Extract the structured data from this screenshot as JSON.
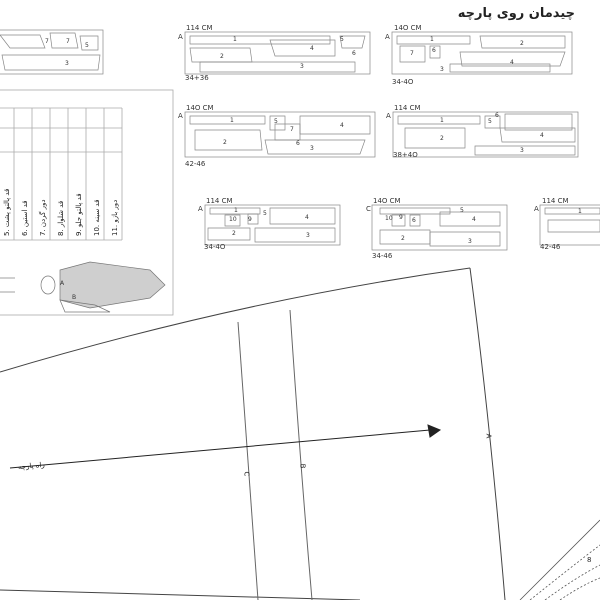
{
  "header": {
    "title": "چیدمان روی پارچه"
  },
  "layouts": [
    {
      "id": "top-left",
      "width": "",
      "size": "",
      "pieces": [
        "7",
        "7",
        "5",
        "3"
      ]
    },
    {
      "id": "l1",
      "width": "114 CM",
      "size": "34+36",
      "letter": "A",
      "pieces": [
        "1",
        "2",
        "4",
        "5",
        "6",
        "3"
      ]
    },
    {
      "id": "l2",
      "width": "14O CM",
      "size": "34-4O",
      "letter": "A",
      "pieces": [
        "1",
        "2",
        "7",
        "6",
        "4",
        "3"
      ]
    },
    {
      "id": "l3",
      "width": "14O CM",
      "size": "42-46",
      "letter": "A",
      "pieces": [
        "1",
        "5",
        "2",
        "7",
        "4",
        "6",
        "3"
      ]
    },
    {
      "id": "l4",
      "width": "114 CM",
      "size": "38+4O",
      "letter": "A",
      "pieces": [
        "1",
        "5",
        "6",
        "2",
        "4",
        "3"
      ]
    },
    {
      "id": "l5",
      "width": "114 CM",
      "size": "34-4O",
      "letter": "A",
      "pieces": [
        "1",
        "10",
        "9",
        "5",
        "4",
        "2",
        "3"
      ]
    },
    {
      "id": "l6",
      "width": "14O CM",
      "size": "34-46",
      "letter": "C",
      "pieces": [
        "10",
        "9",
        "6",
        "5",
        "4",
        "2",
        "3"
      ]
    },
    {
      "id": "l7",
      "width": "114 CM",
      "size": "42-46",
      "letter": "A",
      "pieces": [
        "1"
      ]
    }
  ],
  "measure_table": {
    "rows": [
      "5. قد پالتو پشت",
      "6. قد استین",
      "7. دور گردن",
      "8. قد شلوار",
      "9. قد پالتو جلو",
      "10. قد سینه",
      "11. دور بازو"
    ]
  },
  "figure": {
    "labels": [
      "A",
      "B"
    ]
  },
  "pattern": {
    "arrow_label": "راه پارچه",
    "lines": [
      "C",
      "B",
      "A"
    ],
    "corner_number": "8"
  },
  "colors": {
    "ink": "#222222",
    "line": "#555555",
    "light": "#aaaaaa"
  }
}
